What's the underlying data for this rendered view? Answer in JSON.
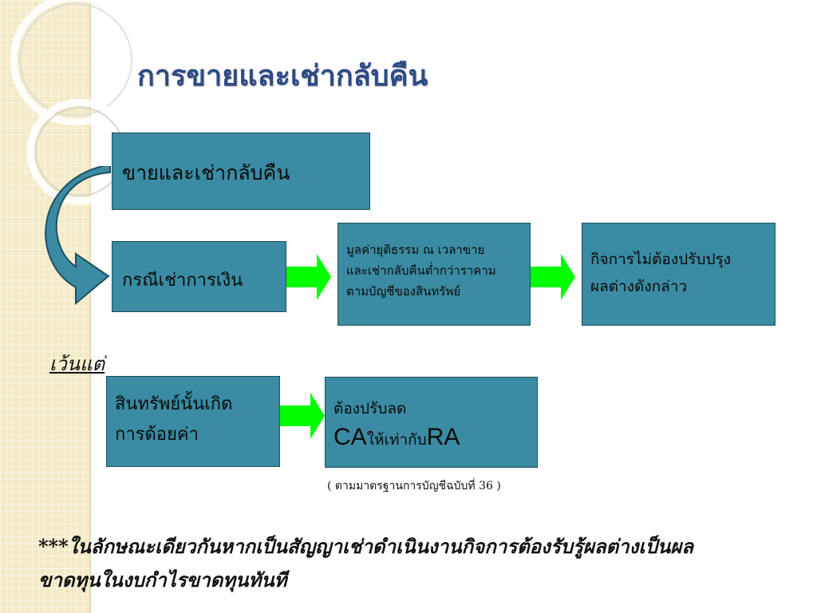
{
  "title": "การขายและเช่ากลับคืน",
  "colors": {
    "box_fill": "#3a8ba3",
    "arrow_fill": "#00ff00",
    "title": "#2d4a86",
    "sidebar": "#f3eac6"
  },
  "boxes": {
    "sale_leaseback": "ขายและเช่ากลับคืน",
    "finance_lease": "กรณีเช่าการเงิน",
    "fair_value": "มูลค่ายุติธรรม ณ เวลาขาย\nและเช่ากลับคืนต่ำกว่าราคาม\nตามบัญชีของสินทรัพย์",
    "no_adjustment": "กิจการไม่ต้องปรับปรุง\nผลต่างดังกล่าว",
    "impairment": "สินทรัพย์นั้นเกิด\nการด้อยค่า",
    "reduce_line1": "ต้องปรับลด",
    "reduce_ca": "CA",
    "reduce_mid": "ให้เท่ากับ",
    "reduce_ra": "RA"
  },
  "except_label": "เว้นแต่",
  "caption": "( ตามมาตรฐานการบัญชีฉบับที่ 36 )",
  "note": "***ในลักษณะเดียวกันหากเป็นสัญญาเช่าดำเนินงานกิจการต้องรับรู้ผลต่างเป็นผลขาดทุนในงบกำไรขาดทุนทันที",
  "icons": [
    "curved-arrow-icon",
    "right-arrow-icon"
  ]
}
